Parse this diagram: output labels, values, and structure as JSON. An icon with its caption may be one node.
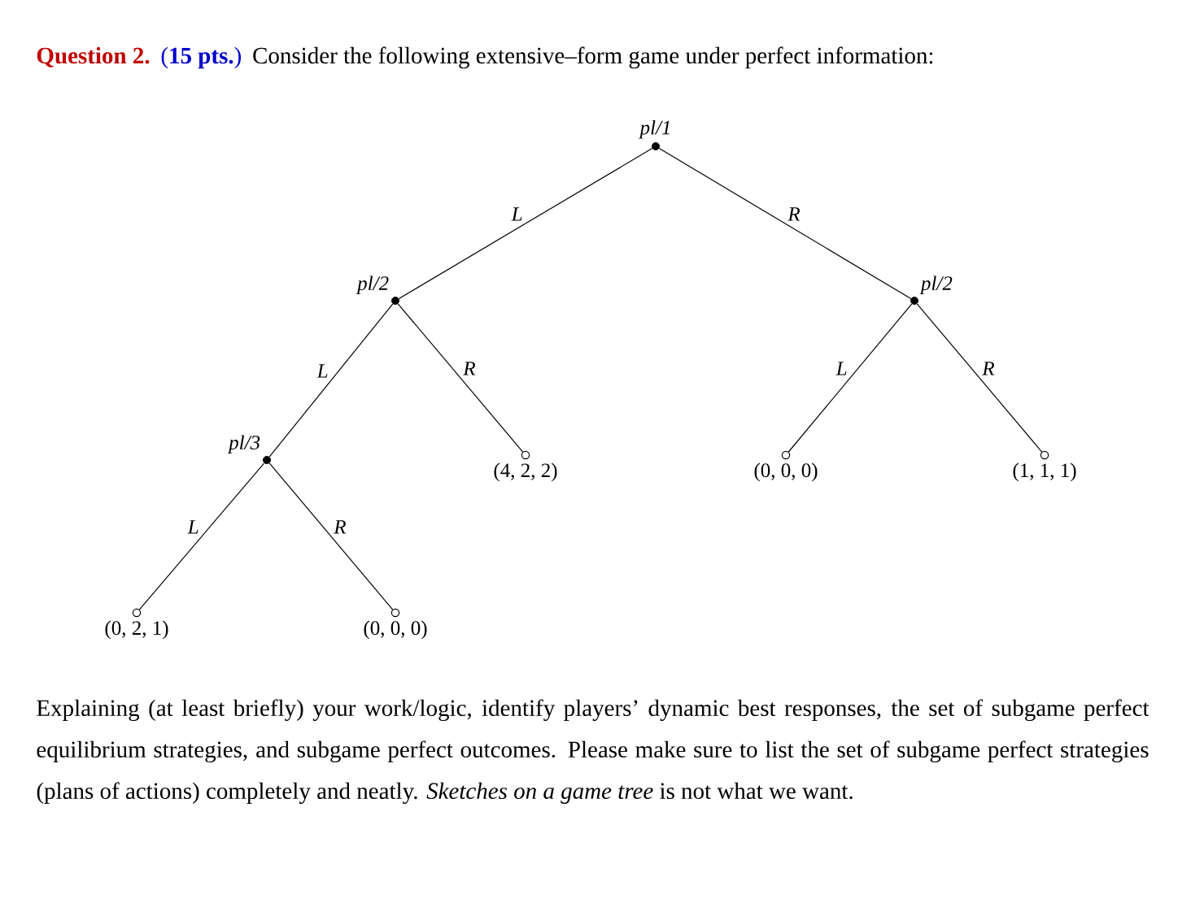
{
  "diagram": {
    "title": "Question 2.",
    "nodes": [
      {
        "text": [
          "pl/1"
        ]
      },
      {
        "text": [
          "pl/2"
        ]
      },
      {
        "text": [
          "pl/2"
        ]
      },
      {
        "text": [
          "pl/3"
        ]
      },
      {
        "text": [
          "(4, 2, 2)"
        ]
      },
      {
        "text": [
          "(0, 0, 0)"
        ]
      },
      {
        "text": [
          "(1, 1, 1)"
        ]
      },
      {
        "text": [
          "(0, 2, 1)"
        ]
      },
      {
        "text": [
          "(0, 0, 0)"
        ]
      }
    ],
    "edges": [
      {
        "from": 0,
        "to": 1,
        "arrow": "none",
        "label": "L"
      },
      {
        "from": 0,
        "to": 2,
        "arrow": "none",
        "label": "R"
      },
      {
        "from": 1,
        "to": 3,
        "arrow": "none",
        "label": "L"
      },
      {
        "from": 1,
        "to": 4,
        "arrow": "none",
        "label": "R"
      },
      {
        "from": 2,
        "to": 5,
        "arrow": "none",
        "label": "L"
      },
      {
        "from": 2,
        "to": 6,
        "arrow": "none",
        "label": "R"
      },
      {
        "from": 3,
        "to": 7,
        "arrow": "none",
        "label": "L"
      },
      {
        "from": 3,
        "to": 8,
        "arrow": "none",
        "label": "R"
      }
    ],
    "labels": [
      "(**15 pts.**)",
      "Consider the following extensive–form game under perfect information:",
      "Explaining (at least briefly) your work/logic, identify players’ dynamic best responses, the set of subgame perfect equilibrium strategies, and subgame perfect outcomes. Please make sure to list the set of subgame perfect strategies (plans of actions) completely and neatly. *Sketches on a game tree* is not what we want."
    ]
  }
}
